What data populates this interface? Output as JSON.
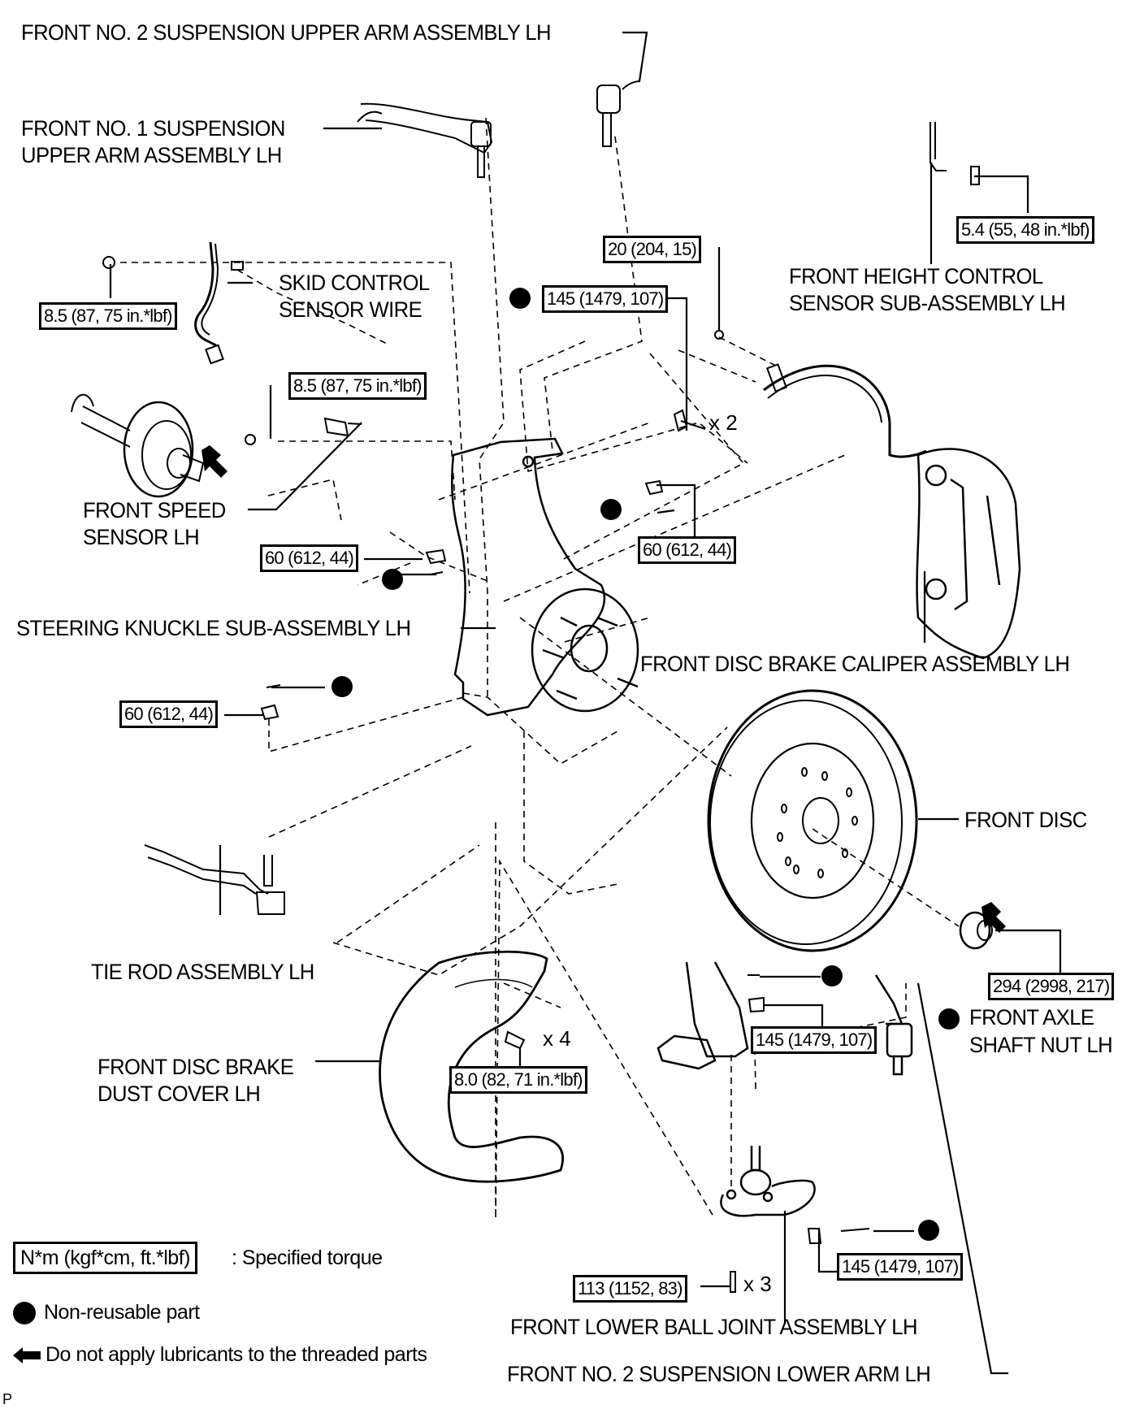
{
  "diagram": {
    "title": "Front suspension components LH (exploded view)",
    "parts": [
      {
        "id": "upper-arm-2",
        "label": "FRONT NO. 2 SUSPENSION UPPER ARM ASSEMBLY LH"
      },
      {
        "id": "upper-arm-1",
        "label_lines": [
          "FRONT NO. 1 SUSPENSION",
          "UPPER ARM ASSEMBLY LH"
        ]
      },
      {
        "id": "skid-wire",
        "label_lines": [
          "SKID CONTROL",
          "SENSOR WIRE"
        ]
      },
      {
        "id": "height-sensor",
        "label_lines": [
          "FRONT HEIGHT CONTROL",
          "SENSOR SUB-ASSEMBLY LH"
        ]
      },
      {
        "id": "speed-sensor",
        "label_lines": [
          "FRONT SPEED",
          "SENSOR LH"
        ]
      },
      {
        "id": "knuckle",
        "label": "STEERING KNUCKLE SUB-ASSEMBLY LH"
      },
      {
        "id": "caliper",
        "label": "FRONT DISC BRAKE CALIPER ASSEMBLY LH"
      },
      {
        "id": "disc",
        "label": "FRONT DISC"
      },
      {
        "id": "tie-rod",
        "label": "TIE ROD ASSEMBLY LH"
      },
      {
        "id": "axle-nut",
        "label_lines": [
          "FRONT AXLE",
          "SHAFT NUT LH"
        ]
      },
      {
        "id": "dust-cover",
        "label_lines": [
          "FRONT DISC BRAKE",
          "DUST COVER LH"
        ]
      },
      {
        "id": "ball-joint",
        "label": "FRONT LOWER BALL JOINT ASSEMBLY LH"
      },
      {
        "id": "lower-arm-2",
        "label": "FRONT NO. 2 SUSPENSION LOWER ARM LH"
      }
    ],
    "torques": [
      {
        "id": "t-height-sensor",
        "value": "5.4 (55, 48 in.*lbf)"
      },
      {
        "id": "t-upper-arm-2",
        "value": "20 (204, 15)"
      },
      {
        "id": "t-upper-arm-bolt",
        "value": "145 (1479, 107)",
        "multiplier": "x 2"
      },
      {
        "id": "t-wire-bracket",
        "value": "8.5 (87, 75 in.*lbf)"
      },
      {
        "id": "t-speed-sensor",
        "value": "8.5 (87, 75 in.*lbf)"
      },
      {
        "id": "t-nut-upper-1",
        "value": "60 (612, 44)"
      },
      {
        "id": "t-nut-upper-2",
        "value": "60 (612, 44)"
      },
      {
        "id": "t-nut-tie-rod",
        "value": "60 (612, 44)"
      },
      {
        "id": "t-axle-nut",
        "value": "294 (2998, 217)"
      },
      {
        "id": "t-lower-arm-nut",
        "value": "145 (1479, 107)"
      },
      {
        "id": "t-dust-cover",
        "value": "8.0 (82, 71 in.*lbf)",
        "multiplier": "x 4"
      },
      {
        "id": "t-ball-joint-bolt",
        "value": "113 (1152, 83)",
        "multiplier": "x 3"
      },
      {
        "id": "t-ball-joint-nut",
        "value": "145 (1479, 107)"
      }
    ]
  },
  "legend": {
    "torque_unit": "N*m (kgf*cm, ft.*lbf)",
    "torque_desc": ": Specified torque",
    "nonreusable": "Non-reusable part",
    "no_lube": "Do not apply lubricants to the threaded parts"
  },
  "corner_mark": "P"
}
